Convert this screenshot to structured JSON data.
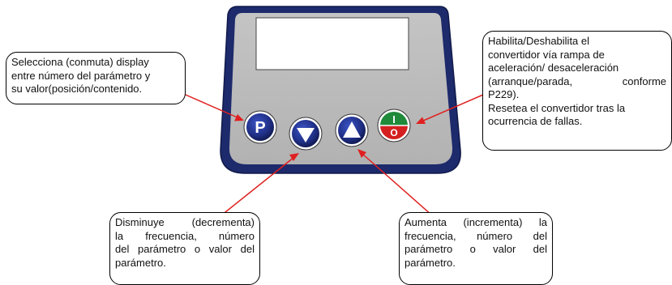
{
  "keypad": {
    "colors": {
      "frame": "#1d2a6b",
      "panel": "#bcbcbc",
      "button": "#1f2f86",
      "run_green": "#1f8a3a",
      "stop_red": "#d42020",
      "arrow": "#e02020"
    },
    "buttons": {
      "p_label": "P",
      "run_label": "I",
      "stop_label": "O",
      "icons": [
        "down-triangle-icon",
        "up-triangle-icon"
      ]
    }
  },
  "callouts": {
    "p_button": {
      "lines": [
        "Selecciona (conmuta) display",
        "entre número del parámetro y",
        "su valor(posición/contenido."
      ]
    },
    "run_stop": {
      "lines": [
        "Habilita/Deshabilita el",
        "convertidor vía rampa de",
        "aceleración/ desaceleración",
        "(arranque/parada, conforme",
        "P229).",
        "Resetea el convertidor tras la",
        "ocurrencia de fallas."
      ]
    },
    "down": {
      "lines": [
        "Disminuye (decrementa)",
        "la frecuencia, número",
        "del parámetro o valor del",
        "parámetro."
      ]
    },
    "up": {
      "lines": [
        "Aumenta (incrementa) la",
        "frecuencia, número del",
        "parámetro o valor del",
        "parámetro."
      ]
    }
  }
}
